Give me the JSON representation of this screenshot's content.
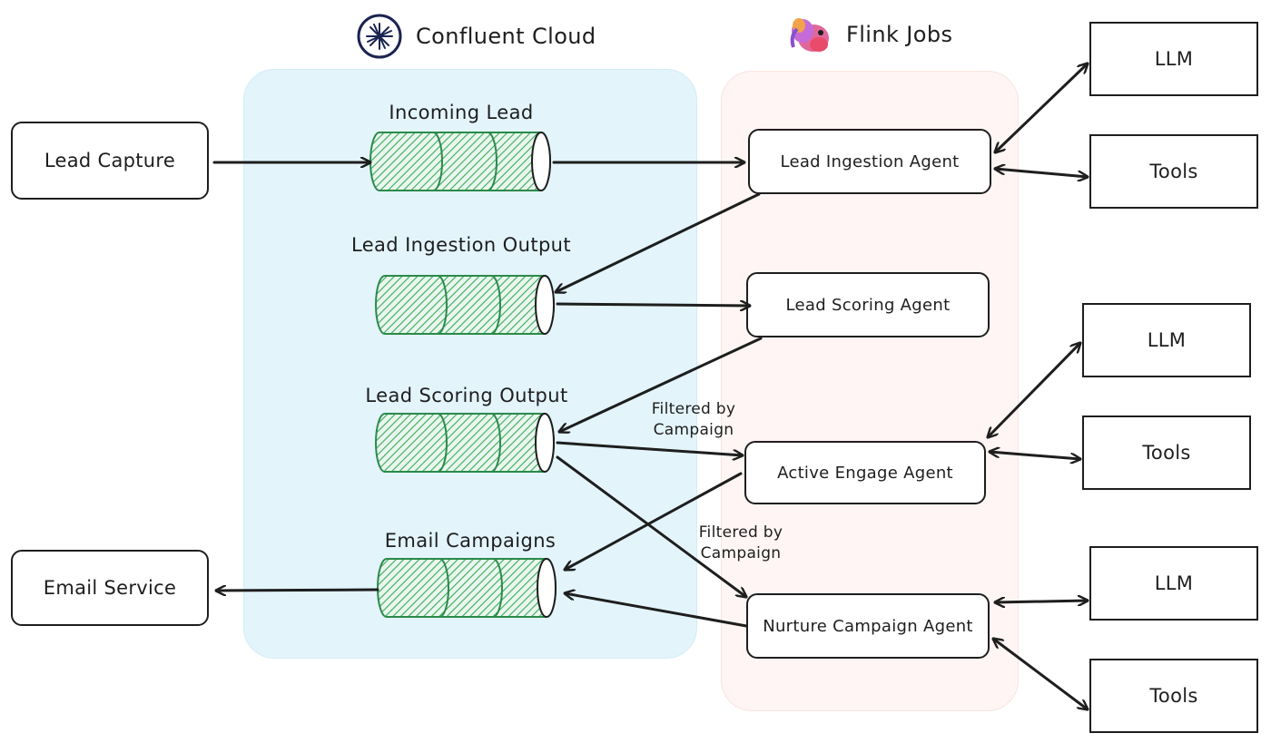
{
  "headers": {
    "confluent": "Confluent Cloud",
    "flink": "Flink Jobs"
  },
  "external": {
    "lead_capture": "Lead Capture",
    "email_service": "Email Service"
  },
  "topics": [
    {
      "id": "incoming",
      "title": "Incoming Lead"
    },
    {
      "id": "ingestion_out",
      "title": "Lead Ingestion Output"
    },
    {
      "id": "scoring_out",
      "title": "Lead Scoring Output"
    },
    {
      "id": "campaigns",
      "title": "Email Campaigns"
    }
  ],
  "agents": {
    "ingestion": "Lead Ingestion Agent",
    "scoring": "Lead Scoring Agent",
    "engage": "Active Engage Agent",
    "nurture": "Nurture Campaign Agent"
  },
  "resources": {
    "llm1": "LLM",
    "tools1": "Tools",
    "llm2": "LLM",
    "tools2": "Tools",
    "llm3": "LLM",
    "tools3": "Tools"
  },
  "edge_labels": {
    "engage_filter": "Filtered by\nCampaign",
    "nurture_filter": "Filtered by\nCampaign"
  },
  "colors": {
    "confluent_region": "#e3f4fb",
    "flink_region": "#fef5f4",
    "topic_fill": "#3aaa5a",
    "topic_stroke": "#2b8a4a",
    "stroke": "#1e1e1e"
  }
}
